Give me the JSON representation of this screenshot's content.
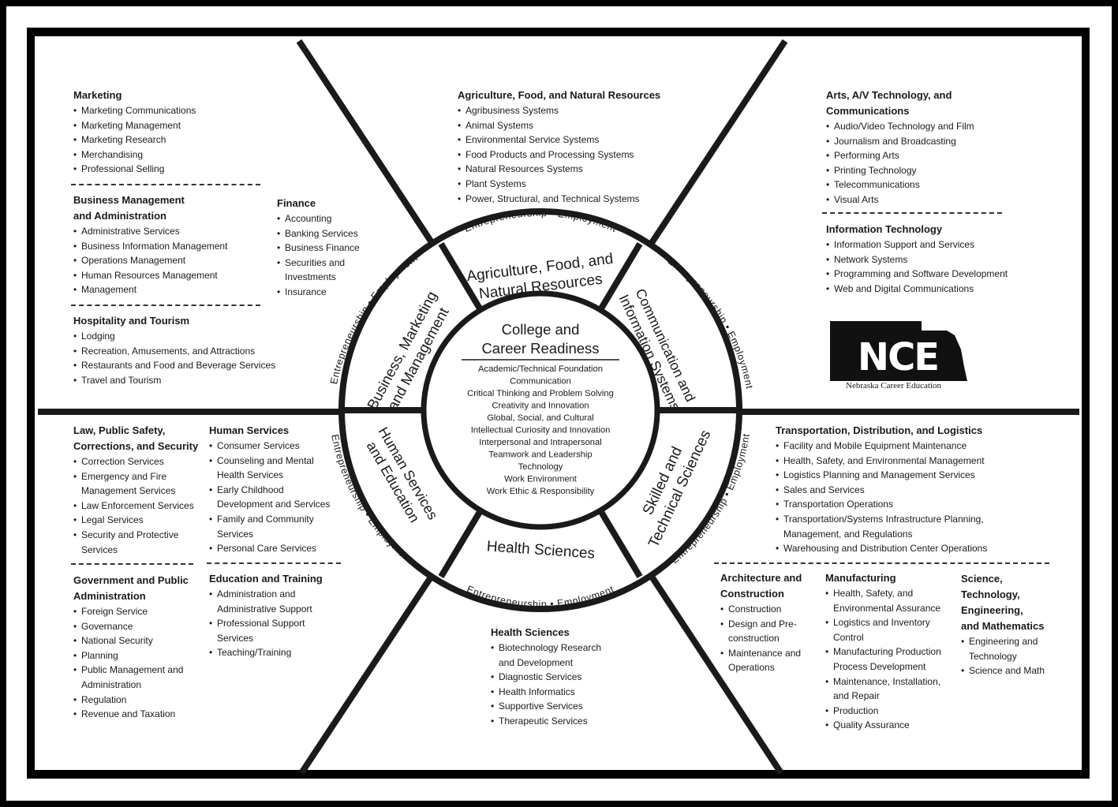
{
  "center": {
    "title": [
      "College and",
      "Career Readiness"
    ],
    "items": [
      "Academic/Technical Foundation",
      "Communication",
      "Critical Thinking and Problem Solving",
      "Creativity and Innovation",
      "Global, Social, and Cultural",
      "Intellectual Curiosity and Innovation",
      "Interpersonal and Intrapersonal",
      "Teamwork and Leadership",
      "Technology",
      "Work Environment",
      "Work Ethic & Responsibility"
    ]
  },
  "ring_labels": {
    "agriculture": [
      "Agriculture, Food, and",
      "Natural Resources"
    ],
    "communication": [
      "Communication and",
      "Information Systems"
    ],
    "skilled": [
      "Skilled and",
      "Technical Sciences"
    ],
    "health": "Health Sciences",
    "human": [
      "Human Services",
      "and Education"
    ],
    "business": [
      "Business, Marketing",
      "and Management"
    ]
  },
  "outer_ring_text": "Entrepreneurship • Employment",
  "clusters": {
    "marketing": {
      "title": "Marketing",
      "items": [
        "Marketing Communications",
        "Marketing Management",
        "Marketing Research",
        "Merchandising",
        "Professional Selling"
      ]
    },
    "business_mgmt": {
      "title": [
        "Business Management",
        "and Administration"
      ],
      "items": [
        "Administrative Services",
        "Business Information Management",
        "Operations Management",
        "Human Resources Management",
        "Management"
      ]
    },
    "finance": {
      "title": "Finance",
      "items": [
        "Accounting",
        "Banking Services",
        "Business Finance",
        "Securities and Investments",
        "Insurance"
      ]
    },
    "hospitality": {
      "title": "Hospitality and Tourism",
      "items": [
        "Lodging",
        "Recreation, Amusements, and Attractions",
        "Restaurants and Food and Beverage Services",
        "Travel and Tourism"
      ]
    },
    "agriculture": {
      "title": "Agriculture, Food, and Natural Resources",
      "items": [
        "Agribusiness Systems",
        "Animal Systems",
        "Environmental Service Systems",
        "Food Products and Processing Systems",
        "Natural Resources Systems",
        "Plant Systems",
        "Power, Structural, and Technical Systems"
      ]
    },
    "arts": {
      "title": [
        "Arts, A/V  Technology, and",
        "Communications"
      ],
      "items": [
        "Audio/Video Technology and Film",
        "Journalism and Broadcasting",
        "Performing Arts",
        "Printing Technology",
        "Telecommunications",
        "Visual Arts"
      ]
    },
    "it": {
      "title": "Information Technology",
      "items": [
        "Information Support and Services",
        "Network Systems",
        "Programming and Software Development",
        "Web and Digital Communications"
      ]
    },
    "law": {
      "title": [
        "Law, Public Safety,",
        "Corrections, and Security"
      ],
      "items": [
        "Correction Services",
        "Emergency and Fire Management Services",
        "Law Enforcement Services",
        "Legal Services",
        "Security and Protective Services"
      ]
    },
    "human_services": {
      "title": "Human Services",
      "items": [
        "Consumer Services",
        "Counseling and Mental Health Services",
        "Early Childhood Development and Services",
        "Family and Community Services",
        "Personal Care Services"
      ]
    },
    "government": {
      "title": [
        "Government and Public",
        "Administration"
      ],
      "items": [
        "Foreign Service",
        "Governance",
        "National Security",
        "Planning",
        "Public Management and Administration",
        "Regulation",
        "Revenue and Taxation"
      ]
    },
    "education": {
      "title": "Education and Training",
      "items": [
        "Administration and Administrative Support",
        "Professional Support Services",
        "Teaching/Training"
      ]
    },
    "health": {
      "title": "Health Sciences",
      "items": [
        "Biotechnology Research and Development",
        "Diagnostic Services",
        "Health Informatics",
        "Supportive Services",
        "Therapeutic Services"
      ]
    },
    "transportation": {
      "title": "Transportation, Distribution, and Logistics",
      "items": [
        "Facility and Mobile Equipment Maintenance",
        "Health, Safety, and Environmental Management",
        "Logistics Planning and Management Services",
        "Sales and Services",
        "Transportation Operations",
        "Transportation/Systems Infrastructure Planning, Management, and Regulations",
        "Warehousing and Distribution Center Operations"
      ]
    },
    "architecture": {
      "title": [
        "Architecture and",
        "Construction"
      ],
      "items": [
        "Construction",
        "Design and Pre-construction",
        "Maintenance and Operations"
      ]
    },
    "manufacturing": {
      "title": "Manufacturing",
      "items": [
        "Health, Safety, and Environmental Assurance",
        "Logistics and Inventory Control",
        "Manufacturing Production Process Development",
        "Maintenance, Installation, and Repair",
        "Production",
        "Quality Assurance"
      ]
    },
    "stem": {
      "title": [
        "Science,",
        "Technology,",
        "Engineering,",
        "and Mathematics"
      ],
      "items": [
        "Engineering and Technology",
        "Science and Math"
      ]
    }
  },
  "logo": {
    "text": "NCE",
    "caption": "Nebraska Career Education"
  }
}
